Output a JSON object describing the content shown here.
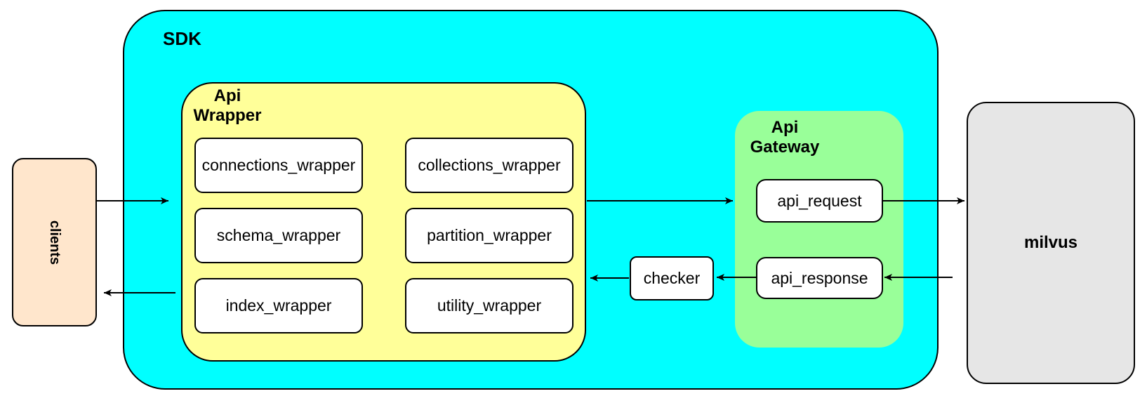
{
  "nodes": {
    "clients": {
      "label": "clients",
      "fill": "#FFE6CC"
    },
    "sdk": {
      "label": "SDK",
      "fill": "#00FFFF"
    },
    "api_wrapper": {
      "label_line1": "Api",
      "label_line2": "Wrapper",
      "fill": "#FFFF99",
      "boxes": [
        {
          "label": "connections_wrapper"
        },
        {
          "label": "collections_wrapper"
        },
        {
          "label": "schema_wrapper"
        },
        {
          "label": "partition_wrapper"
        },
        {
          "label": "index_wrapper"
        },
        {
          "label": "utility_wrapper"
        }
      ]
    },
    "checker": {
      "label": "checker",
      "fill": "#FFFFFF"
    },
    "api_gateway": {
      "label_line1": "Api",
      "label_line2": "Gateway",
      "fill": "#99FF99",
      "request": {
        "label": "api_request"
      },
      "response": {
        "label": "api_response"
      }
    },
    "milvus": {
      "label": "milvus",
      "fill": "#E6E6E6"
    }
  },
  "edges": [
    {
      "from": "clients",
      "to": "sdk",
      "direction": "right"
    },
    {
      "from": "sdk",
      "to": "clients",
      "direction": "left"
    },
    {
      "from": "api_wrapper",
      "to": "api_request",
      "direction": "right"
    },
    {
      "from": "api_request",
      "to": "milvus",
      "direction": "right"
    },
    {
      "from": "milvus",
      "to": "api_response",
      "direction": "left"
    },
    {
      "from": "api_response",
      "to": "checker",
      "direction": "left"
    },
    {
      "from": "checker",
      "to": "api_wrapper",
      "direction": "left"
    }
  ],
  "edge_color": "#000000"
}
